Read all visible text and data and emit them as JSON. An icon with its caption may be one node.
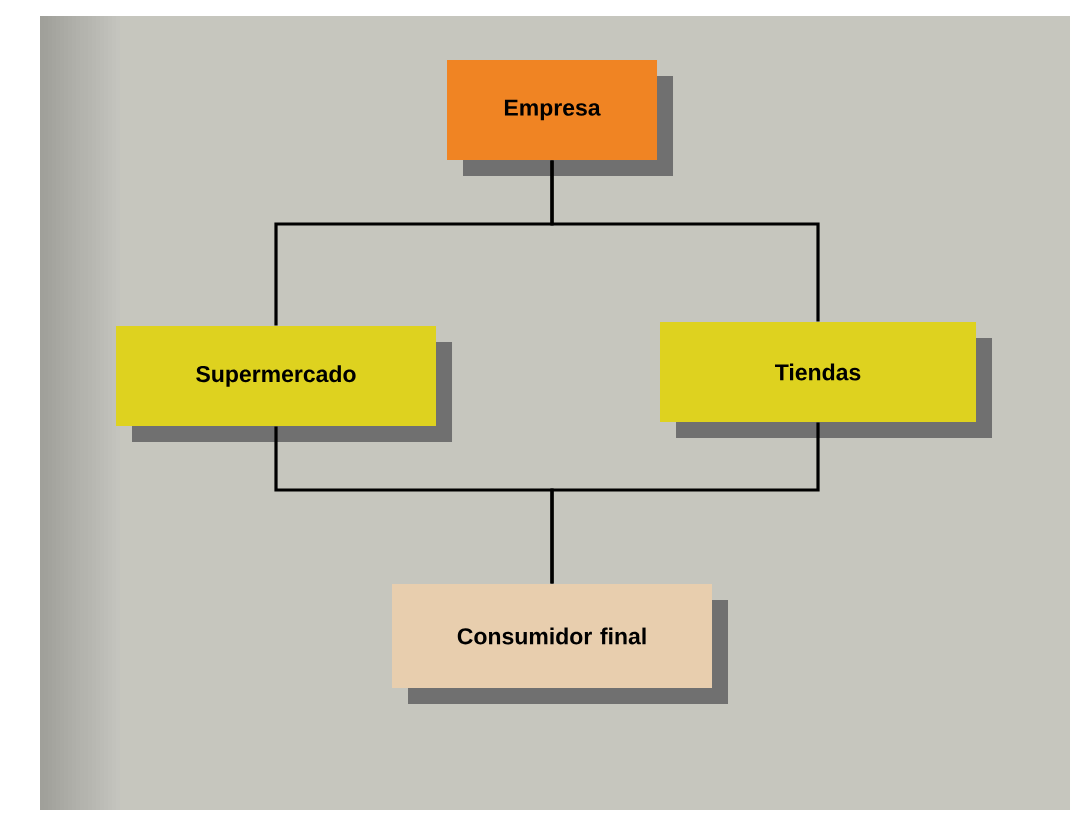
{
  "diagram": {
    "nodes": [
      {
        "text": [
          "Empresa"
        ]
      },
      {
        "text": [
          "Supermercado"
        ]
      },
      {
        "text": [
          "Tiendas"
        ]
      },
      {
        "text": [
          "Consumidor final"
        ]
      }
    ],
    "edges": [
      {
        "from": 0,
        "to": 1,
        "arrow": "none"
      },
      {
        "from": 0,
        "to": 2,
        "arrow": "none"
      },
      {
        "from": 1,
        "to": 3,
        "arrow": "none"
      },
      {
        "from": 2,
        "to": 3,
        "arrow": "none"
      }
    ]
  }
}
